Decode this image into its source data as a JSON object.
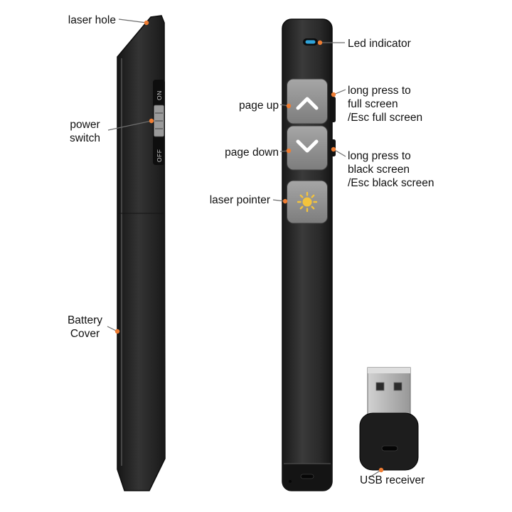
{
  "colors": {
    "background": "#ffffff",
    "callout_dot": "#ef7d33",
    "device_body": "#262626",
    "button_gray": "#8f8f8f",
    "led_blue": "#2fa3d9",
    "laser_yellow": "#f3c33c",
    "label_text": "#111111"
  },
  "side_view": {
    "on_label": "ON",
    "off_label": "OFF"
  },
  "callouts": {
    "laser_hole": "laser hole",
    "power_switch": "power\nswitch",
    "battery_cover": "Battery\nCover",
    "led_indicator": "Led indicator",
    "page_up": "page up",
    "long_press_full": "long press to\nfull screen\n/Esc full screen",
    "page_down": "page down",
    "long_press_black": "long press to\nblack screen\n/Esc black screen",
    "laser_pointer": "laser pointer",
    "usb_receiver": "USB receiver"
  }
}
